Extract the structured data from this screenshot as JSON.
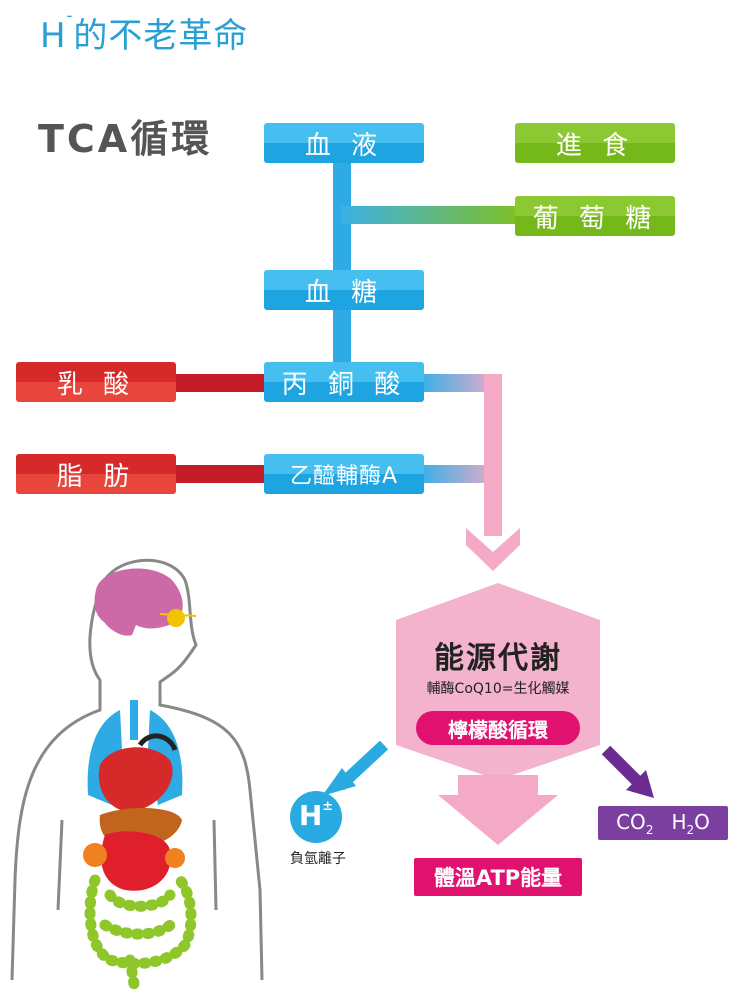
{
  "header": {
    "title_h": "H",
    "title_sup": "-",
    "title_rest": "的不老革命",
    "subtitle": "TCA循環"
  },
  "nodes": {
    "blood": "血 液",
    "eating": "進 食",
    "glucose": "葡 萄 糖",
    "blood_sugar": "血 糖",
    "pyruvate": "丙 銅 酸",
    "lactic": "乳 酸",
    "fat": "脂 肪",
    "acetyl_coa": "乙醯輔酶A"
  },
  "energy": {
    "title": "能源代謝",
    "subtitle": "輔酶CoQ10=生化觸媒",
    "cycle": "檸檬酸循環"
  },
  "outputs": {
    "h_badge": "H",
    "h_sup": "±",
    "h_label": "負氫離子",
    "atp": "體溫ATP能量",
    "co2": "CO",
    "co2_sub": "2",
    "h2o_h": "H",
    "h2o_sub": "2",
    "h2o_o": "O"
  },
  "colors": {
    "blue": "#29abe2",
    "green": "#7dbd22",
    "red": "#d9262a",
    "pink": "#f4aac6",
    "magenta": "#e0116f",
    "purple": "#7b3fa0"
  }
}
